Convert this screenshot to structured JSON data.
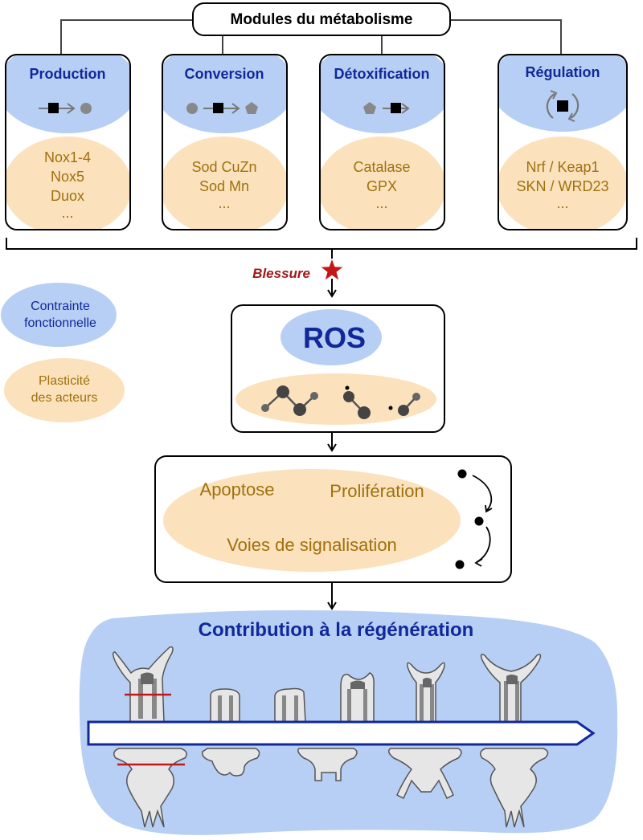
{
  "title": "Modules du métabolisme",
  "modules": [
    {
      "name": "Production",
      "actors": [
        "Nox1-4",
        "Nox5",
        "Duox",
        "..."
      ],
      "icon": "production-icon"
    },
    {
      "name": "Conversion",
      "actors": [
        "Sod CuZn",
        "Sod Mn",
        "..."
      ],
      "icon": "conversion-icon"
    },
    {
      "name": "Détoxification",
      "actors": [
        "Catalase",
        "GPX",
        "..."
      ],
      "icon": "detoxification-icon"
    },
    {
      "name": "Régulation",
      "actors": [
        "Nrf / Keap1",
        "SKN / WRD23",
        "..."
      ],
      "icon": "regulation-cycle-icon"
    }
  ],
  "injury": {
    "label": "Blessure",
    "icon": "star-icon"
  },
  "legend": {
    "blue": [
      "Contrainte",
      "fonctionnelle"
    ],
    "orange": [
      "Plasticité",
      "des acteurs"
    ]
  },
  "ros": {
    "label": "ROS"
  },
  "processes": {
    "apoptose": "Apoptose",
    "proliferation": "Prolifération",
    "signalisation": "Voies de signalisation"
  },
  "contribution": {
    "title": "Contribution à la régénération"
  },
  "colors": {
    "blue_fill": "#b7cff4",
    "orange_fill": "#fbe2bd",
    "blue_text": "#10289a",
    "orange_text": "#a0700c",
    "arrow_blue": "#10289a",
    "cut_red": "#c21818",
    "star_red": "#c21818"
  }
}
